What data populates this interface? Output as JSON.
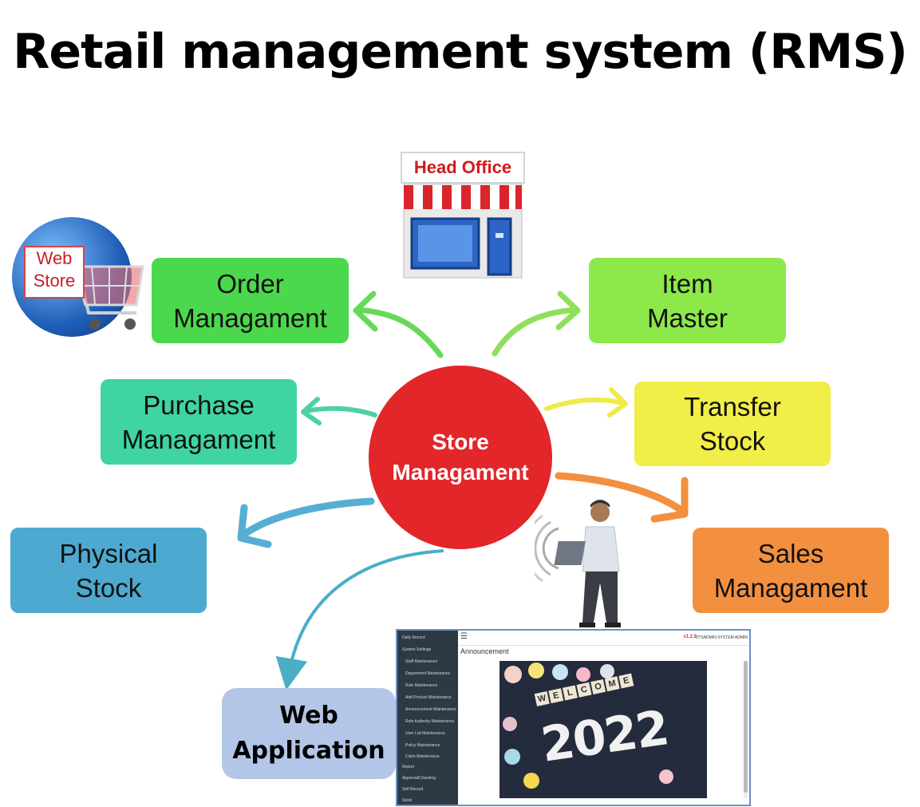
{
  "title": "Retail management system (RMS)",
  "center": {
    "label": "Store\nManagament",
    "color": "#e2262a"
  },
  "head_office": {
    "label": "Head Office"
  },
  "web_store": {
    "label": "Web\nStore"
  },
  "modules": [
    {
      "id": "order",
      "label": "Order\nManagament",
      "color": "#4cd84c"
    },
    {
      "id": "item",
      "label": "Item\nMaster",
      "color": "#8de84a"
    },
    {
      "id": "purchase",
      "label": "Purchase\nManagament",
      "color": "#3fd4a0"
    },
    {
      "id": "transfer",
      "label": "Transfer\nStock",
      "color": "#f1ee47"
    },
    {
      "id": "physical",
      "label": "Physical\nStock",
      "color": "#4da9cf"
    },
    {
      "id": "sales",
      "label": "Sales\nManagament",
      "color": "#f39040"
    }
  ],
  "web_application": {
    "label": "Web\nApplication",
    "color": "#b4c6e7"
  },
  "arrow_colors": {
    "order": "#66d95a",
    "item": "#8ee05a",
    "purchase": "#4fd0a2",
    "transfer": "#eeea48",
    "physical": "#56aed3",
    "sales": "#f39040",
    "web": "#4aaec6"
  },
  "screenshot": {
    "version": "v1.2.5",
    "user": "OTSADMIN SYSTEM ADMIN",
    "section": "Announcement",
    "image_text": "2022",
    "image_tiles": [
      "W",
      "E",
      "L",
      "C",
      "O",
      "M",
      "E"
    ],
    "sidebar": [
      "Daily Record",
      "System Settings",
      "Staff Maintenance",
      "Department Maintenance",
      "Role Maintenance",
      "Add Product Maintenance",
      "Announcement Maintenance",
      "Role Authority Maintenance",
      "User List Maintenance",
      "Policy Maintenance",
      "Claim Maintenance",
      "Report",
      "Approval/Checking",
      "Self Record",
      "Stock"
    ]
  }
}
